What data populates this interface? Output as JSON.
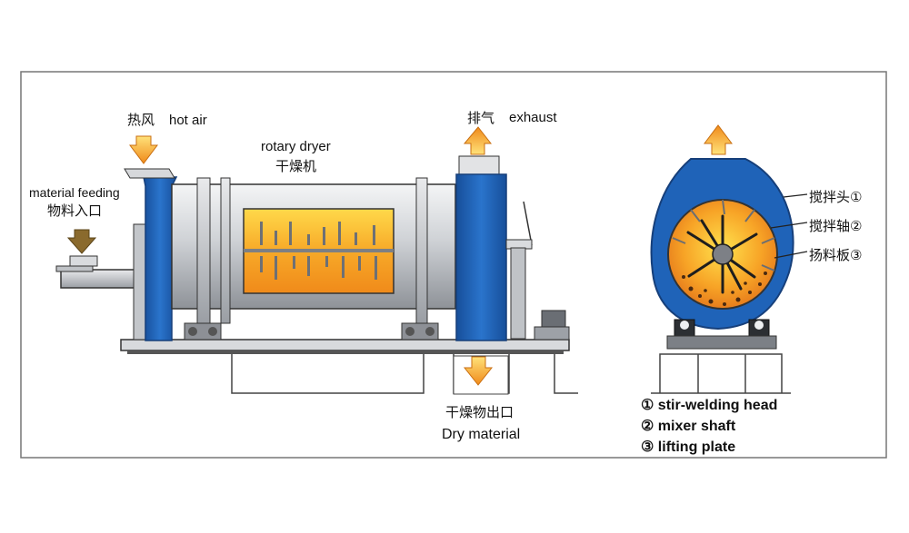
{
  "labels": {
    "hot_air_cn": "热风",
    "hot_air_en": "hot air",
    "rotary_dryer_en": "rotary dryer",
    "rotary_dryer_cn": "干燥机",
    "exhaust_cn": "排气",
    "exhaust_en": "exhaust",
    "material_feeding_en": "material feeding",
    "material_feeding_cn": "物料入口",
    "dry_material_cn": "干燥物出口",
    "dry_material_en": "Dry material"
  },
  "section_callouts": [
    {
      "text": "搅拌头①"
    },
    {
      "text": "搅拌轴②"
    },
    {
      "text": "扬料板③"
    }
  ],
  "legend": [
    {
      "num": "①",
      "text": "stir-welding head"
    },
    {
      "num": "②",
      "text": "mixer shaft"
    },
    {
      "num": "③",
      "text": "lifting plate"
    }
  ],
  "colors": {
    "shell_blue": "#1f63b8",
    "drum_grey": "#c9ccd1",
    "heat_orange": "#f39b1f",
    "heat_yellow": "#ffd94a",
    "arrow_top": "#ffe27a",
    "arrow_bottom": "#f08a1a"
  }
}
